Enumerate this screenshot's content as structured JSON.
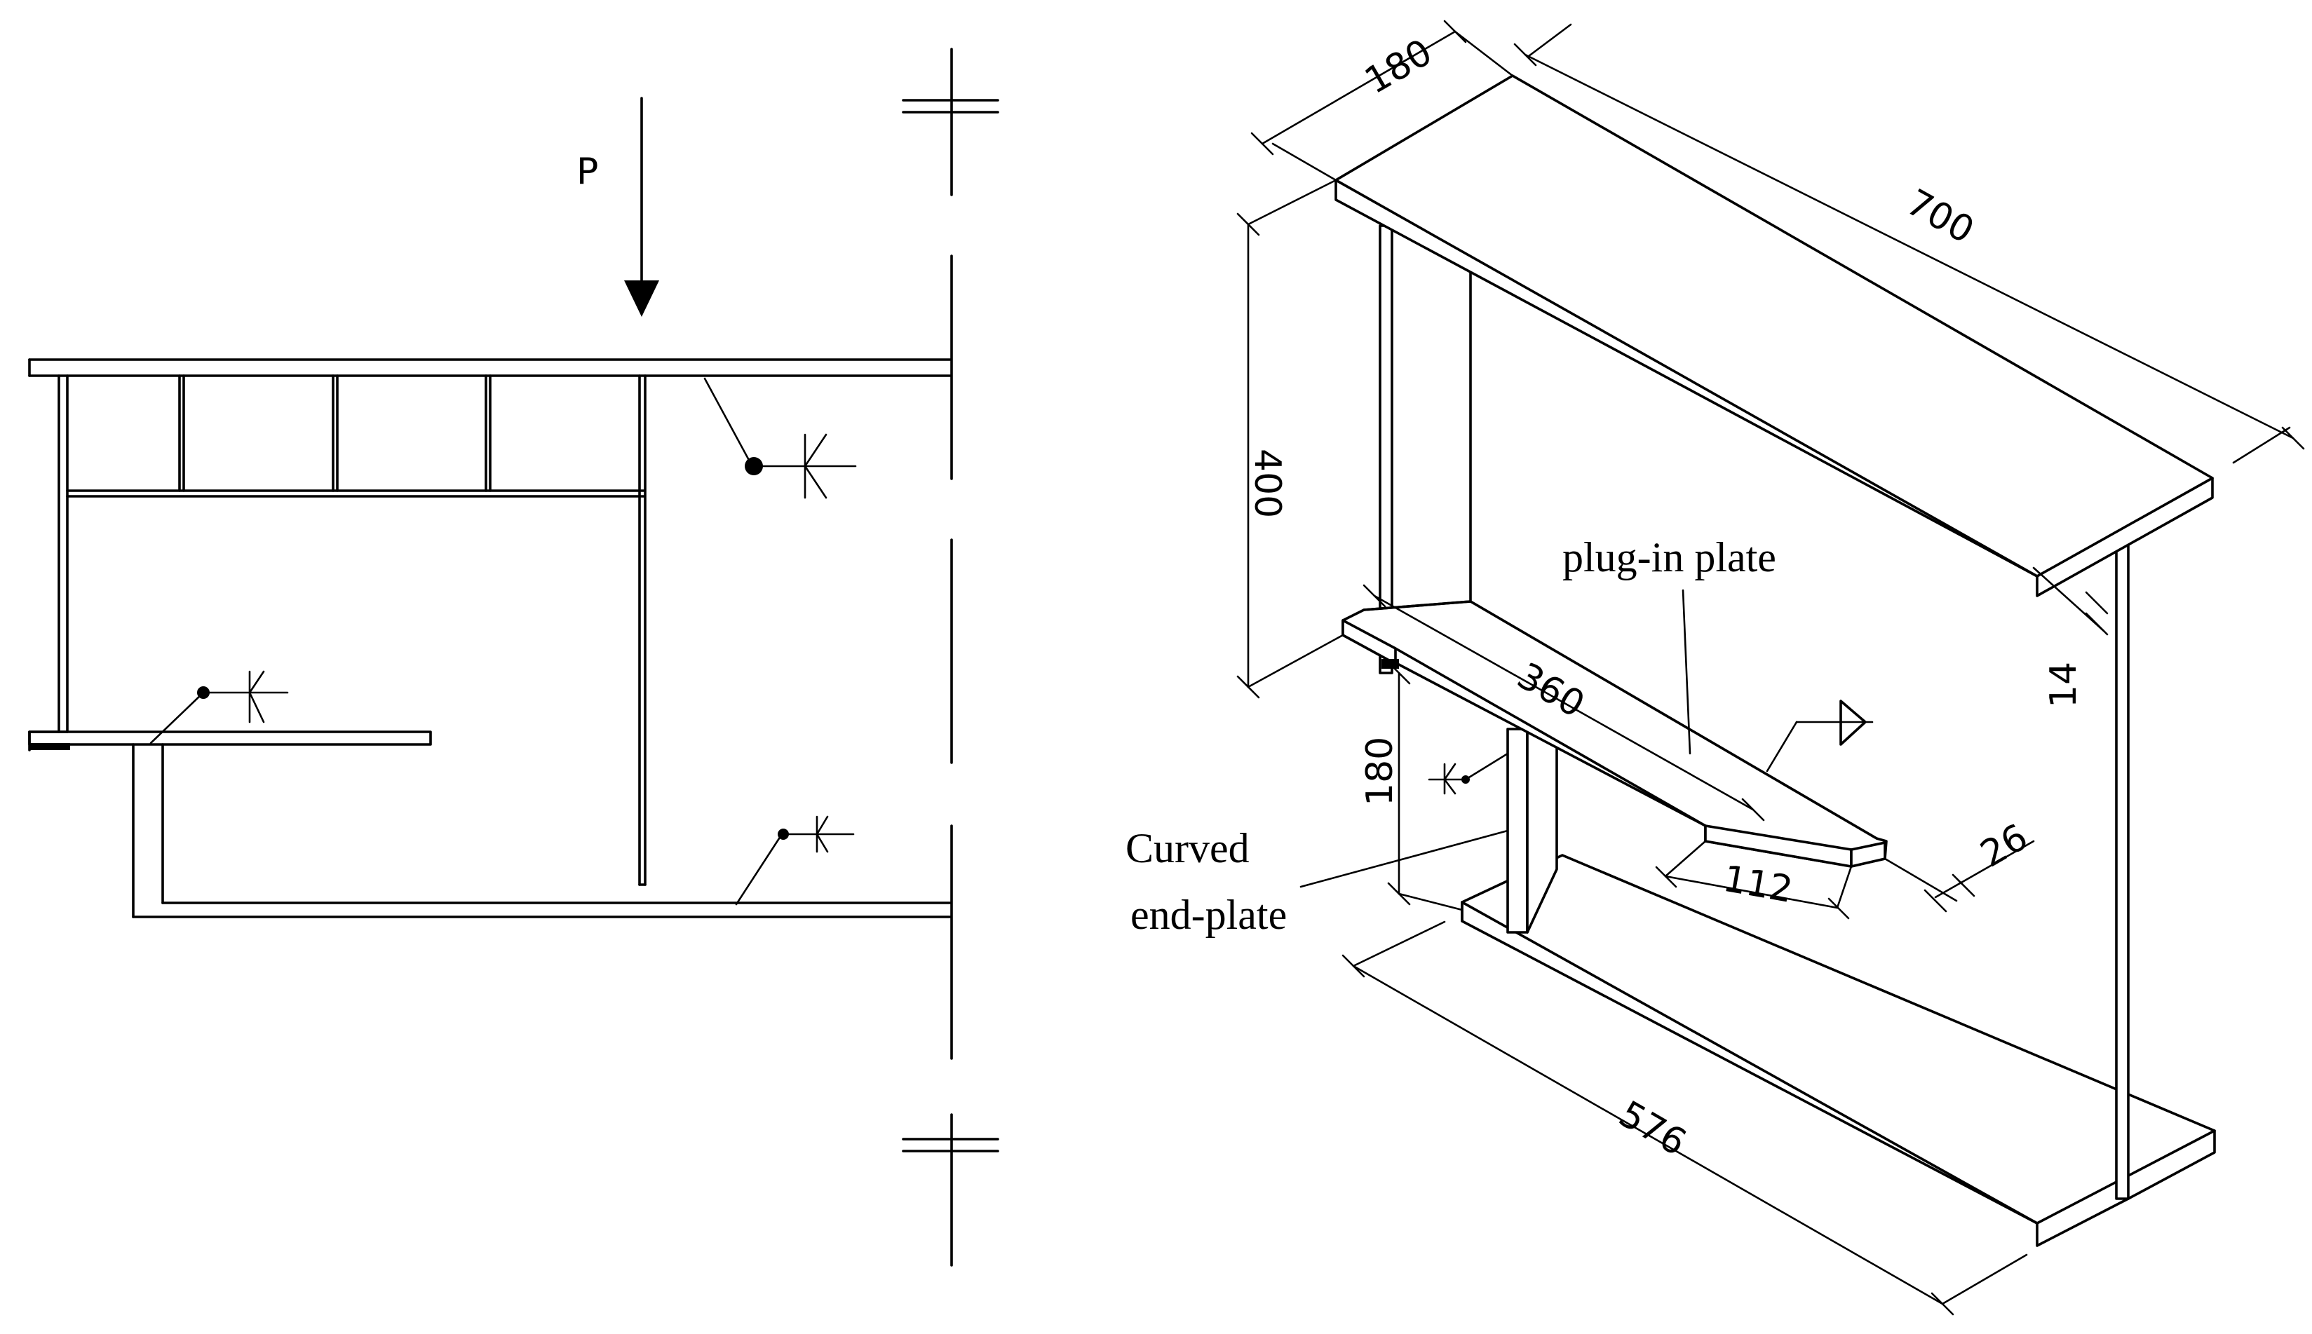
{
  "elevation": {
    "load_label": "P"
  },
  "isometric": {
    "dims": {
      "flange_width_top": "180",
      "beam_length": "700",
      "beam_depth": "400",
      "flange_thickness": "14",
      "plug_in_plate_length": "360",
      "end_plate_height": "180",
      "taper_length": "112",
      "plate_thickness": "26",
      "bottom_length": "576"
    },
    "labels": {
      "plug_in_plate": "plug-in plate",
      "curved_end_plate_line1": "Curved",
      "curved_end_plate_line2": "end-plate"
    }
  }
}
